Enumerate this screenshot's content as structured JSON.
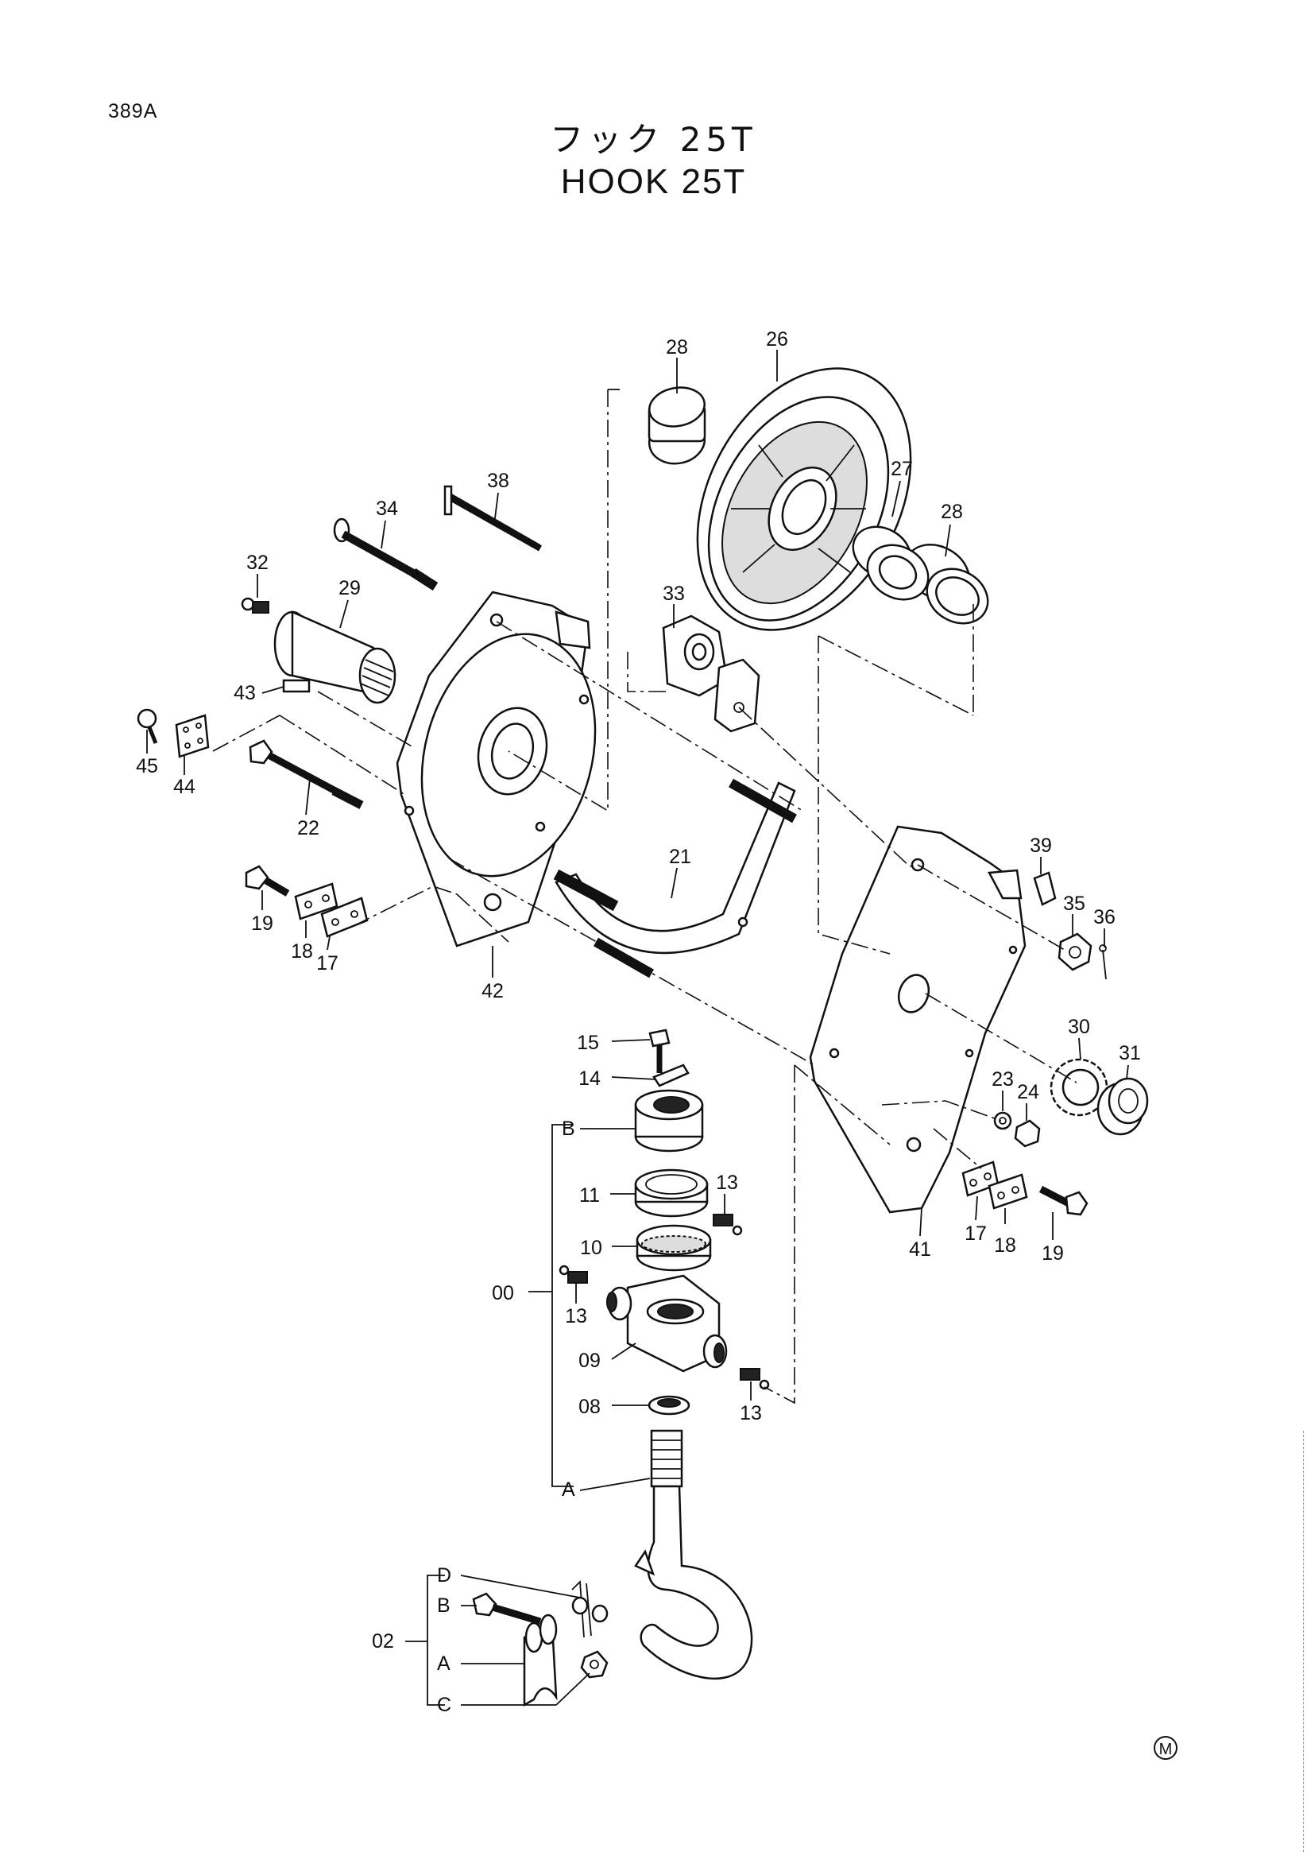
{
  "page_code": "389A",
  "title_jp": "フック 25T",
  "title_en": "HOOK 25T",
  "mark": "M",
  "callouts": [
    {
      "id": "c28a",
      "text": "28"
    },
    {
      "id": "c26",
      "text": "26"
    },
    {
      "id": "c38",
      "text": "38"
    },
    {
      "id": "c27",
      "text": "27"
    },
    {
      "id": "c28b",
      "text": "28"
    },
    {
      "id": "c34",
      "text": "34"
    },
    {
      "id": "c32",
      "text": "32"
    },
    {
      "id": "c29",
      "text": "29"
    },
    {
      "id": "c33",
      "text": "33"
    },
    {
      "id": "c43",
      "text": "43"
    },
    {
      "id": "c45",
      "text": "45"
    },
    {
      "id": "c44",
      "text": "44"
    },
    {
      "id": "c22",
      "text": "22"
    },
    {
      "id": "c21",
      "text": "21"
    },
    {
      "id": "c39",
      "text": "39"
    },
    {
      "id": "c35",
      "text": "35"
    },
    {
      "id": "c36",
      "text": "36"
    },
    {
      "id": "c19a",
      "text": "19"
    },
    {
      "id": "c18a",
      "text": "18"
    },
    {
      "id": "c17a",
      "text": "17"
    },
    {
      "id": "c42",
      "text": "42"
    },
    {
      "id": "c30",
      "text": "30"
    },
    {
      "id": "c31",
      "text": "31"
    },
    {
      "id": "c15",
      "text": "15"
    },
    {
      "id": "c14",
      "text": "14"
    },
    {
      "id": "c23",
      "text": "23"
    },
    {
      "id": "c24",
      "text": "24"
    },
    {
      "id": "cB1",
      "text": "B"
    },
    {
      "id": "c11",
      "text": "11"
    },
    {
      "id": "c13a",
      "text": "13"
    },
    {
      "id": "c10",
      "text": "10"
    },
    {
      "id": "c00",
      "text": "00"
    },
    {
      "id": "c13b",
      "text": "13"
    },
    {
      "id": "c41",
      "text": "41"
    },
    {
      "id": "c17b",
      "text": "17"
    },
    {
      "id": "c18b",
      "text": "18"
    },
    {
      "id": "c19b",
      "text": "19"
    },
    {
      "id": "c09",
      "text": "09"
    },
    {
      "id": "c08",
      "text": "08"
    },
    {
      "id": "c13c",
      "text": "13"
    },
    {
      "id": "cA1",
      "text": "A"
    },
    {
      "id": "cD",
      "text": "D"
    },
    {
      "id": "cB2",
      "text": "B"
    },
    {
      "id": "c02",
      "text": "02"
    },
    {
      "id": "cA2",
      "text": "A"
    },
    {
      "id": "cC",
      "text": "C"
    }
  ]
}
